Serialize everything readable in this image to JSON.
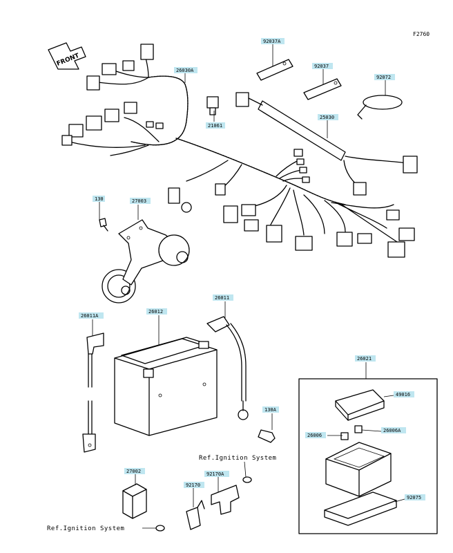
{
  "figure": {
    "code": "F2760"
  },
  "front_arrow": {
    "text": "FRONT"
  },
  "labels": [
    "26030A",
    "92037A",
    "92037",
    "92072",
    "21061",
    "25030",
    "130",
    "27003",
    "26011A",
    "26012",
    "26011",
    "130A",
    "26021",
    "49016",
    "26006",
    "26006A",
    "27002",
    "92170",
    "92170A",
    "92075"
  ],
  "refs": {
    "ignition_upper": "Ref.Ignition System",
    "ignition_lower": "Ref.Ignition System"
  }
}
